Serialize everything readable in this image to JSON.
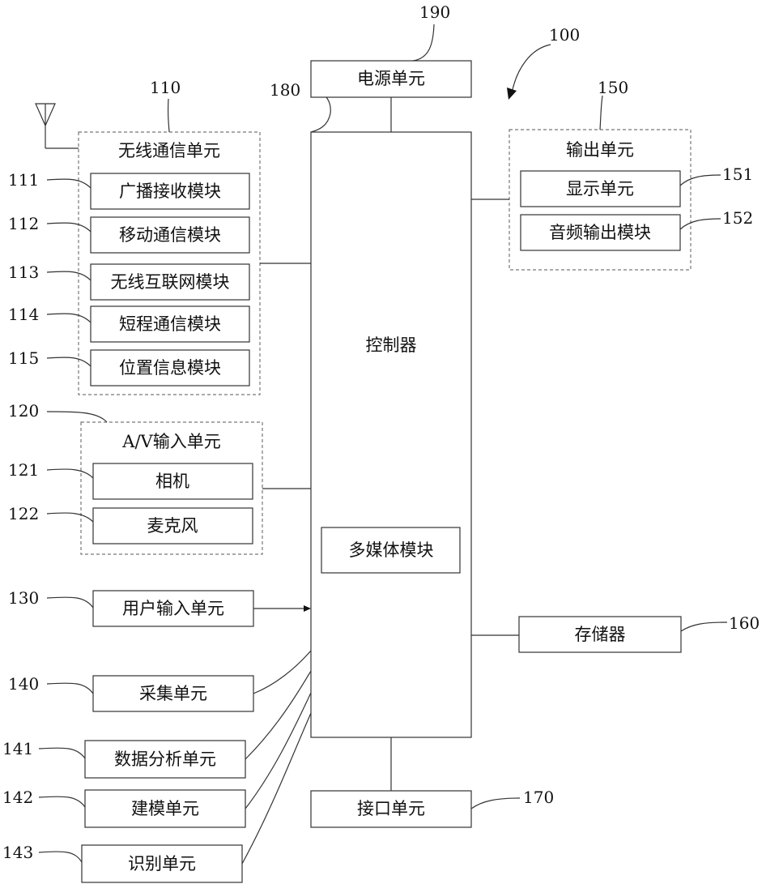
{
  "system_ref": "100",
  "controller": {
    "ref": "180",
    "label": "控制器"
  },
  "multimedia": {
    "label": "多媒体模块"
  },
  "power": {
    "ref": "190",
    "label": "电源单元"
  },
  "wireless": {
    "ref": "110",
    "label": "无线通信单元",
    "items": [
      {
        "ref": "111",
        "label": "广播接收模块"
      },
      {
        "ref": "112",
        "label": "移动通信模块"
      },
      {
        "ref": "113",
        "label": "无线互联网模块"
      },
      {
        "ref": "114",
        "label": "短程通信模块"
      },
      {
        "ref": "115",
        "label": "位置信息模块"
      }
    ]
  },
  "av": {
    "ref": "120",
    "label": "A/V输入单元",
    "items": [
      {
        "ref": "121",
        "label": "相机"
      },
      {
        "ref": "122",
        "label": "麦克风"
      }
    ]
  },
  "user_input": {
    "ref": "130",
    "label": "用户输入单元"
  },
  "acquisition": {
    "ref": "140",
    "label": "采集单元"
  },
  "data_analysis": {
    "ref": "141",
    "label": "数据分析单元"
  },
  "modeling": {
    "ref": "142",
    "label": "建模单元"
  },
  "recognition": {
    "ref": "143",
    "label": "识别单元"
  },
  "output": {
    "ref": "150",
    "label": "输出单元",
    "items": [
      {
        "ref": "151",
        "label": "显示单元"
      },
      {
        "ref": "152",
        "label": "音频输出模块"
      }
    ]
  },
  "memory": {
    "ref": "160",
    "label": "存储器"
  },
  "interface": {
    "ref": "170",
    "label": "接口单元"
  }
}
